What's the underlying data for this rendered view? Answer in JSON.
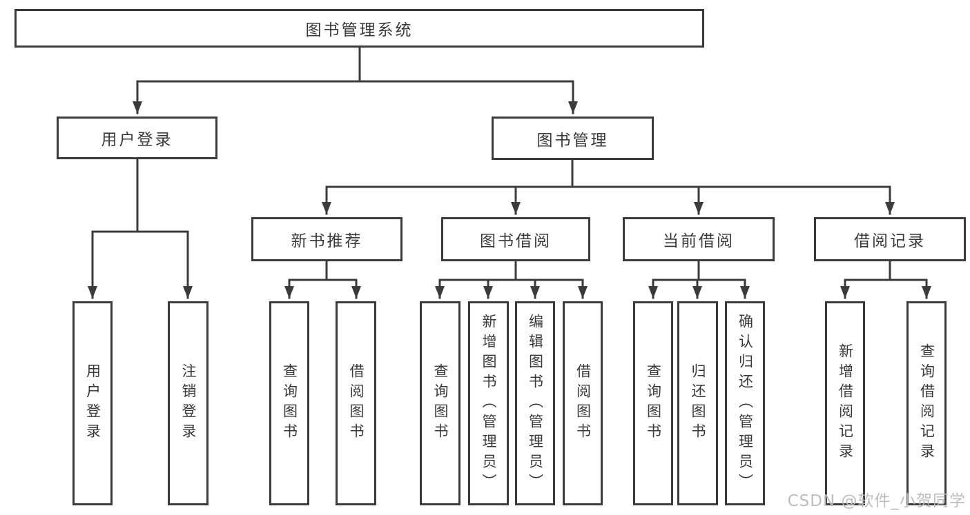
{
  "diagram_title": "图书管理系统",
  "colors": {
    "ink": "#3b3b3b",
    "box_background": "#ffffff",
    "watermark": "#b9b9b9"
  },
  "tree": {
    "label": "图书管理系统",
    "children": [
      {
        "label": "用户登录",
        "children": [
          {
            "label": "用户登录"
          },
          {
            "label": "注销登录"
          }
        ]
      },
      {
        "label": "图书管理",
        "children": [
          {
            "label": "新书推荐",
            "children": [
              {
                "label": "查询图书"
              },
              {
                "label": "借阅图书"
              }
            ]
          },
          {
            "label": "图书借阅",
            "children": [
              {
                "label": "查询图书"
              },
              {
                "label": "新增图书（管理员）"
              },
              {
                "label": "编辑图书（管理员）"
              },
              {
                "label": "借阅图书"
              }
            ]
          },
          {
            "label": "当前借阅",
            "children": [
              {
                "label": "查询图书"
              },
              {
                "label": "归还图书"
              },
              {
                "label": "确认归还（管理员）"
              }
            ]
          },
          {
            "label": "借阅记录",
            "children": [
              {
                "label": "新增借阅记录"
              },
              {
                "label": "查询借阅记录"
              }
            ]
          }
        ]
      }
    ]
  },
  "watermark": {
    "text": "CSDN @软件_小贺同学"
  }
}
